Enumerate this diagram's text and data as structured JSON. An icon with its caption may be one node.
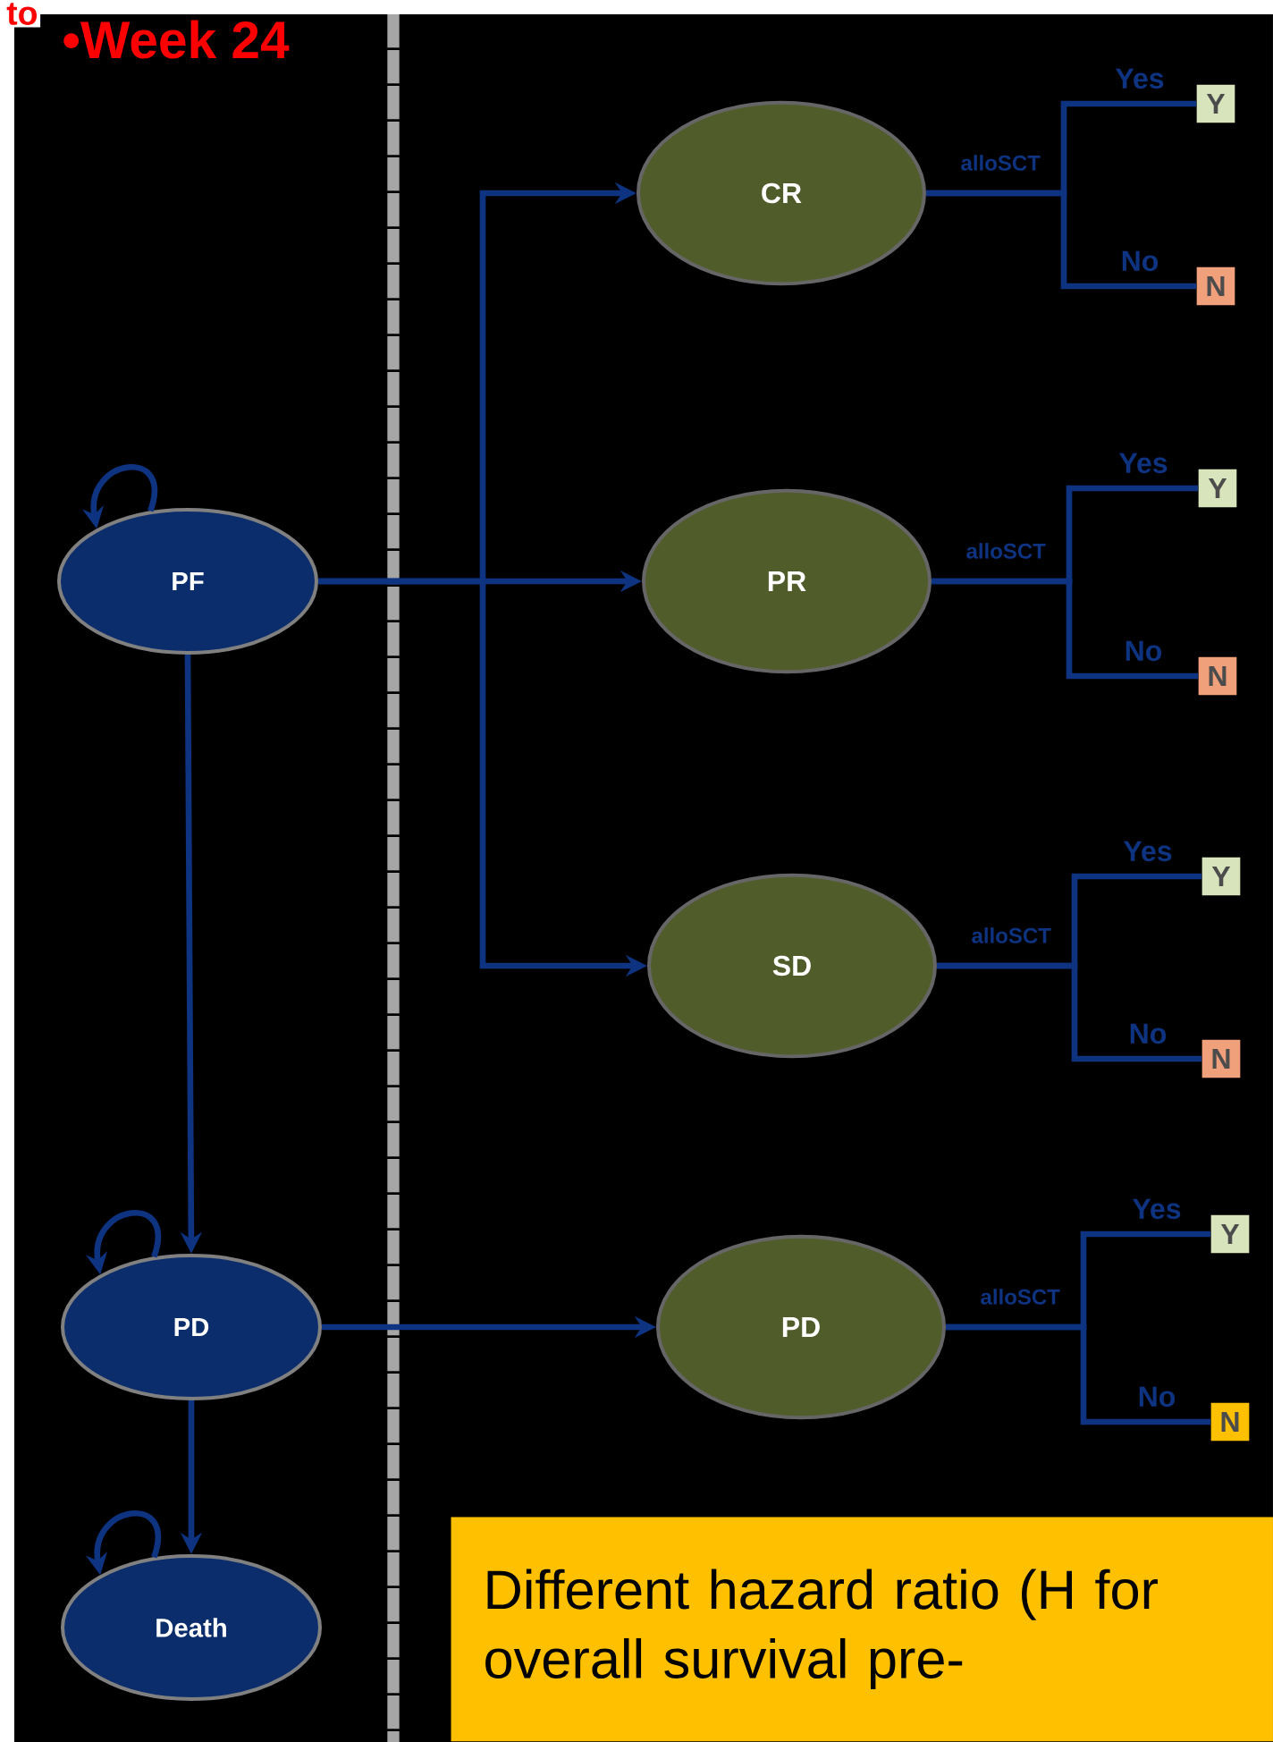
{
  "diagram": {
    "nodes": [
      {
        "text": [
          "PF"
        ]
      },
      {
        "text": [
          "PD"
        ]
      },
      {
        "text": [
          "Death"
        ]
      },
      {
        "text": [
          "CR"
        ]
      },
      {
        "text": [
          "PR"
        ]
      },
      {
        "text": [
          "SD"
        ]
      },
      {
        "text": [
          "PD"
        ]
      },
      {
        "text": [
          "Y"
        ]
      },
      {
        "text": [
          "N"
        ]
      },
      {
        "text": [
          "Y"
        ]
      },
      {
        "text": [
          "N"
        ]
      },
      {
        "text": [
          "Y"
        ]
      },
      {
        "text": [
          "N"
        ]
      },
      {
        "text": [
          "Y"
        ]
      },
      {
        "text": [
          "N"
        ]
      },
      {
        "text": [
          "Different hazard ratio (H for overall survival pre-"
        ]
      }
    ],
    "edges": [
      {
        "from": 0,
        "to": 0,
        "arrow": "to"
      },
      {
        "from": 0,
        "to": 3,
        "arrow": "to"
      },
      {
        "from": 0,
        "to": 4,
        "arrow": "to"
      },
      {
        "from": 0,
        "to": 5,
        "arrow": "to"
      },
      {
        "from": 0,
        "to": 1,
        "arrow": "to"
      },
      {
        "from": 1,
        "to": 1,
        "arrow": "to"
      },
      {
        "from": 1,
        "to": 6,
        "arrow": "to"
      },
      {
        "from": 1,
        "to": 2,
        "arrow": "to"
      },
      {
        "from": 2,
        "to": 2,
        "arrow": "to"
      },
      {
        "from": 3,
        "to": 7,
        "arrow": "none",
        "label": "Yes"
      },
      {
        "from": 3,
        "to": 8,
        "arrow": "none",
        "label": "No"
      },
      {
        "from": 4,
        "to": 9,
        "arrow": "none",
        "label": "Yes"
      },
      {
        "from": 4,
        "to": 10,
        "arrow": "none",
        "label": "No"
      },
      {
        "from": 5,
        "to": 11,
        "arrow": "none",
        "label": "Yes"
      },
      {
        "from": 5,
        "to": 12,
        "arrow": "none",
        "label": "No"
      },
      {
        "from": 6,
        "to": 13,
        "arrow": "none",
        "label": "Yes"
      },
      {
        "from": 6,
        "to": 14,
        "arrow": "none",
        "label": "No"
      }
    ],
    "labels": [
      "to",
      "•Week 24",
      "alloSCT",
      "alloSCT",
      "alloSCT",
      "alloSCT"
    ]
  }
}
